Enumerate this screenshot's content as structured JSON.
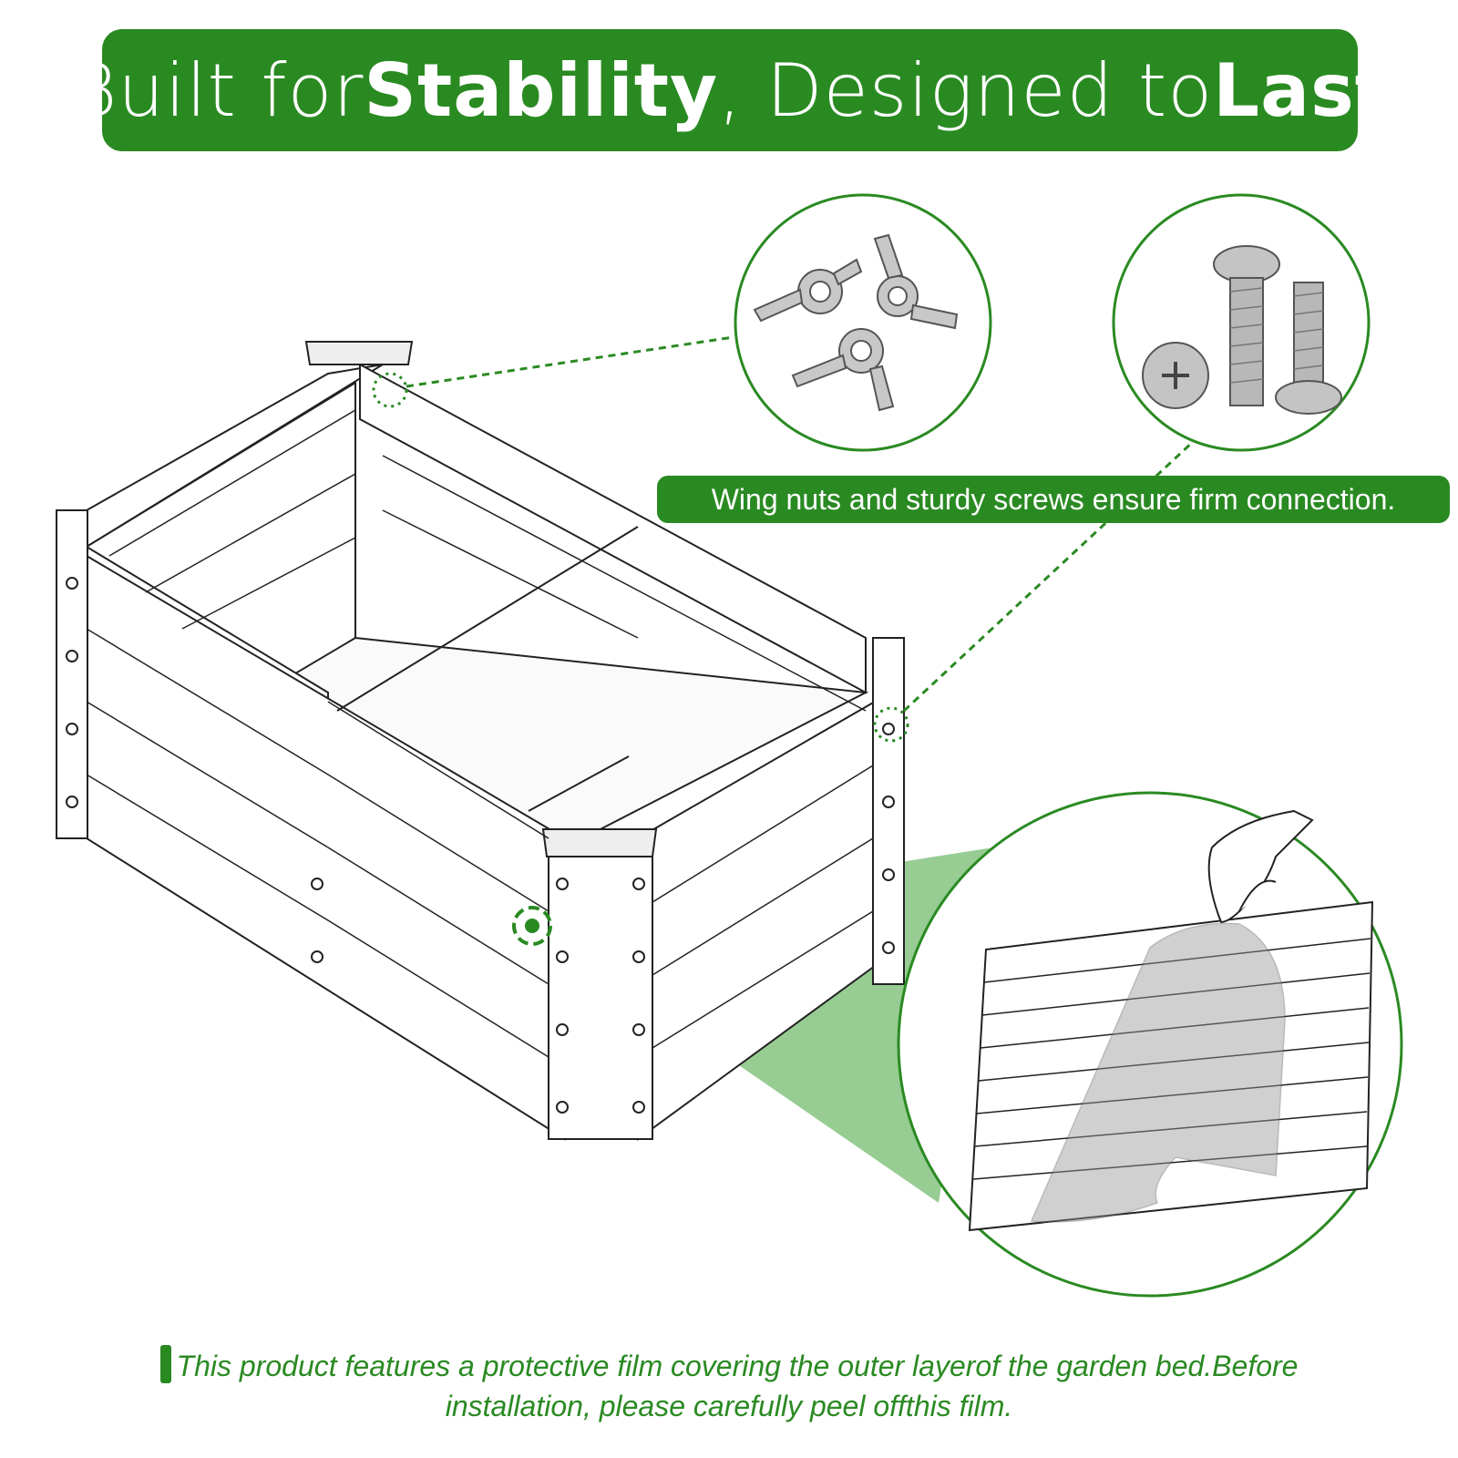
{
  "header": {
    "part1": "Built for ",
    "bold1": "Stability",
    "part2": " , Designed to ",
    "bold2": "Last"
  },
  "callout": {
    "label": "Wing nuts and sturdy screws ensure firm connection."
  },
  "footnote": {
    "line1": "This product features a protective film covering the outer layerof the garden bed.Before",
    "line2": "installation, please carefully peel offthis film."
  },
  "colors": {
    "brand_green": "#2a8a22",
    "highlight_green": "#8cc687",
    "outline": "#222222"
  },
  "icons": [
    "wing-nut-icon",
    "screw-icon",
    "bolt-icon",
    "hand-icon"
  ]
}
